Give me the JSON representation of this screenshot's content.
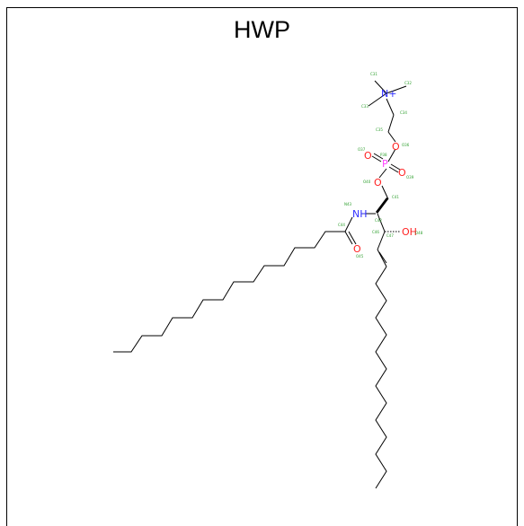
{
  "title": "HWP",
  "colors": {
    "bond": "#000000",
    "nitrogen": "#3030ff",
    "oxygen": "#ff2020",
    "phosphorus": "#ff40ff",
    "atom_label": "#30a030"
  },
  "atoms": {
    "n_plus": "N+",
    "o1": "O",
    "o2": "O",
    "o3": "O",
    "o4": "O",
    "p": "P",
    "nh": "NH",
    "o_amide": "O",
    "oh": "OH"
  },
  "atom_labels": {
    "c31": "C31",
    "c32": "C32",
    "c33": "C33",
    "c34": "C34",
    "c35": "C35",
    "o36": "O36",
    "o37": "O37",
    "p38": "P38",
    "o39": "O39",
    "o40": "O40",
    "c41": "C41",
    "c42": "C42",
    "n43": "N43",
    "c44": "C44",
    "o45": "O45",
    "c46": "C46",
    "c47": "C47",
    "o48": "O48"
  }
}
